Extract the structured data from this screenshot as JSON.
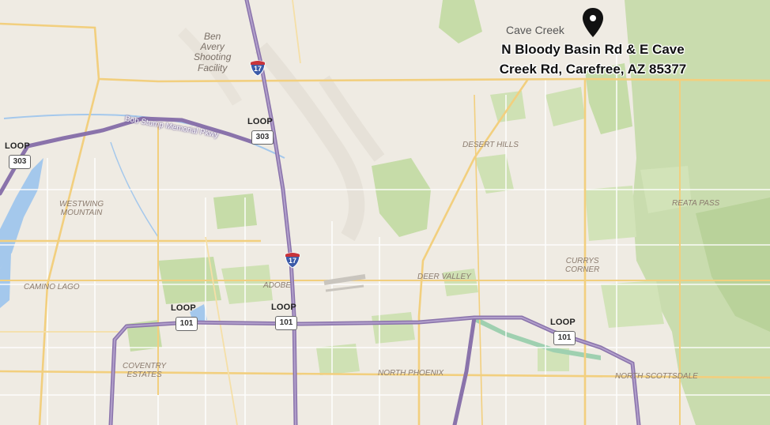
{
  "map": {
    "pin": {
      "address_line1": "N Bloody Basin Rd & E Cave",
      "address_line2": "Creek Rd, Carefree, AZ 85377",
      "icon": "map-pin-icon",
      "color": "#111111"
    },
    "towns": {
      "cave_creek": "Cave Creek"
    },
    "places": {
      "ben_avery_1": "Ben",
      "ben_avery_2": "Avery",
      "ben_avery_3": "Shooting",
      "ben_avery_4": "Facility",
      "desert_hills": "DESERT HILLS",
      "westwing_1": "WESTWING",
      "westwing_2": "MOUNTAIN",
      "reata_pass": "REATA PASS",
      "currys_1": "CURRYS",
      "currys_2": "CORNER",
      "camino_lago": "CAMINO LAGO",
      "adobe": "ADOBE",
      "deer_valley": "DEER VALLEY",
      "coventry_1": "COVENTRY",
      "coventry_2": "ESTATES",
      "north_phoenix": "NORTH PHOENIX",
      "north_scottsdale": "NORTH SCOTTSDALE"
    },
    "road_names": {
      "bob_stump": "Bob Stump Memorial Pkwy"
    },
    "loops": {
      "label": "LOOP",
      "loop303": "303",
      "loop101": "101"
    },
    "interstate": {
      "i17": "17"
    },
    "colors": {
      "land": "#efebe3",
      "park": "#c6dca8",
      "water": "#a4c8ec",
      "highway": "#9b86b8",
      "arterial": "#f2cf7e"
    }
  }
}
